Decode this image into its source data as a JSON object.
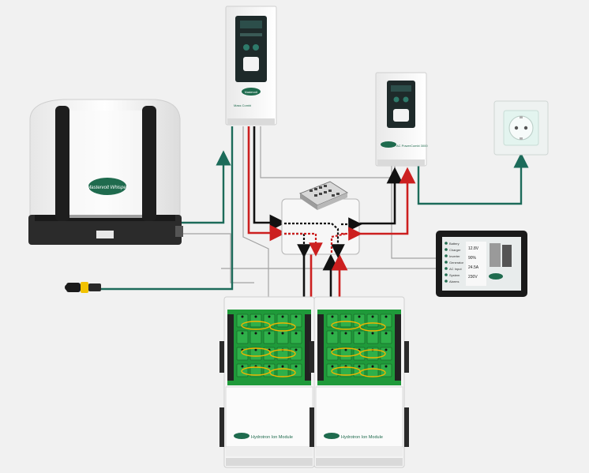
{
  "brand": "Mastervolt",
  "devices": {
    "generator": {
      "logo_text": "Mastervolt Whisper"
    },
    "charger_top": {
      "model_label": "Mass Combi",
      "brand_label": "Mastervolt"
    },
    "charger_right": {
      "model_label": "AC PowerCombi 3000",
      "brand_label": "Mastervolt"
    },
    "battery_left": {
      "module_label": "Hydrotron Ion Module"
    },
    "battery_right": {
      "module_label": "Hydrotron Ion Module"
    },
    "display_panel": {
      "menu_items": [
        "Battery",
        "Charger",
        "Inverter",
        "Generator",
        "AC Input",
        "System",
        "Alarms"
      ],
      "readouts": [
        "12.8V",
        "90%",
        "24.5A",
        "230V"
      ]
    }
  },
  "colors": {
    "ac_line": "#1c6b5a",
    "dc_positive": "#cc1f1f",
    "dc_negative": "#111111",
    "signal_line": "#9a9a9a",
    "module_green": "#1f9a3a",
    "brand_green": "#1f6b4e"
  },
  "icons": [
    "generator-icon",
    "outlet-icon",
    "shore-plug-icon",
    "distribution-hub-icon",
    "touch-display-icon"
  ]
}
